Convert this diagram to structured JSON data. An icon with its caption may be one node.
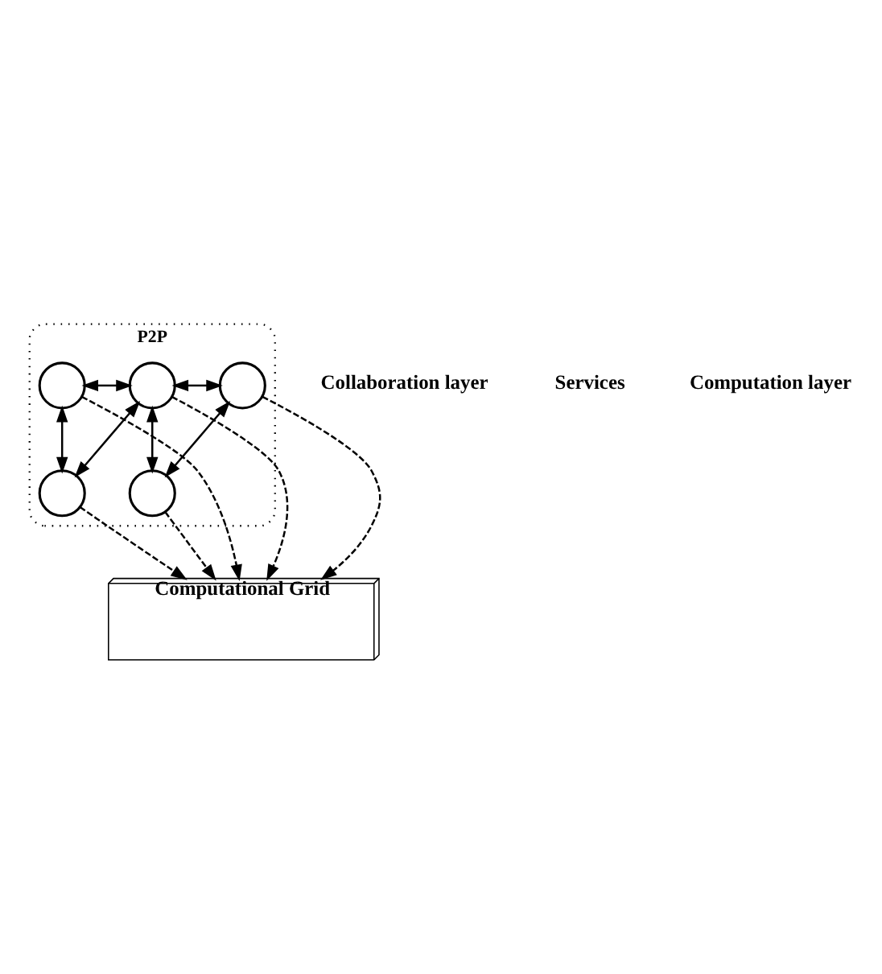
{
  "diagram": {
    "nodes": [
      {
        "text": [
          "P2P"
        ]
      },
      {
        "text": [],
        "shape": "circle",
        "in": 0
      },
      {
        "text": [],
        "shape": "circle",
        "in": 0
      },
      {
        "text": [],
        "shape": "circle",
        "in": 0
      },
      {
        "text": [],
        "shape": "circle",
        "in": 0
      },
      {
        "text": [],
        "shape": "circle",
        "in": 0
      },
      {
        "text": [
          "Computational Grid"
        ]
      }
    ],
    "edges": [
      {
        "from": 1,
        "to": 2,
        "arrow": "both"
      },
      {
        "from": 2,
        "to": 3,
        "arrow": "both"
      },
      {
        "from": 1,
        "to": 4,
        "arrow": "both"
      },
      {
        "from": 4,
        "to": 2,
        "arrow": "both"
      },
      {
        "from": 2,
        "to": 5,
        "arrow": "both"
      },
      {
        "from": 5,
        "to": 3,
        "arrow": "both"
      },
      {
        "from": 1,
        "to": 6,
        "arrow": "to",
        "style": "dashed"
      },
      {
        "from": 4,
        "to": 6,
        "arrow": "to",
        "style": "dashed"
      },
      {
        "from": 2,
        "to": 6,
        "arrow": "to",
        "style": "dashed"
      },
      {
        "from": 5,
        "to": 6,
        "arrow": "to",
        "style": "dashed"
      },
      {
        "from": 3,
        "to": 6,
        "arrow": "to",
        "style": "dashed"
      }
    ],
    "labels": [
      "Collaboration layer",
      "Services",
      "Computation layer"
    ]
  }
}
